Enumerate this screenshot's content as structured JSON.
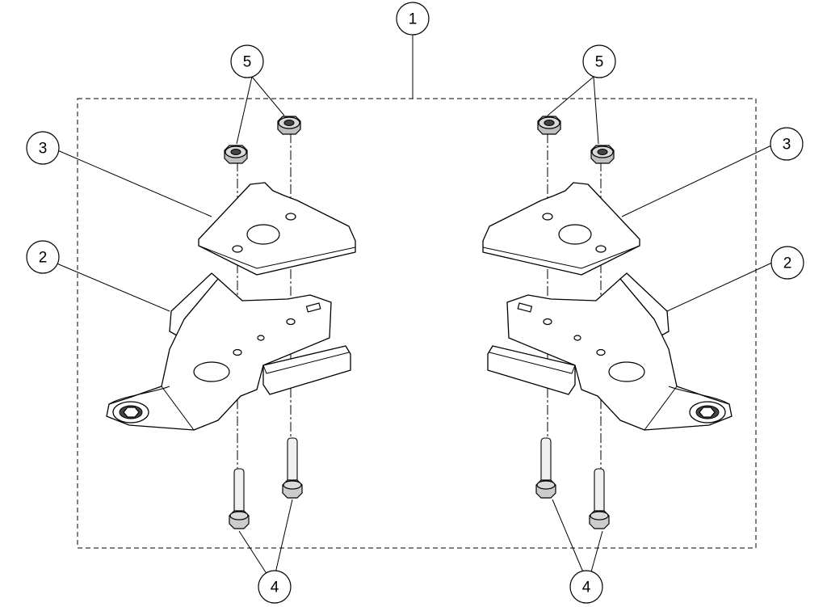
{
  "callouts": {
    "assembly": "1",
    "bracket_left": "2",
    "bracket_right": "2",
    "plate_left": "3",
    "plate_right": "3",
    "bolts_left": "4",
    "bolts_right": "4",
    "nuts_left": "5",
    "nuts_right": "5"
  }
}
